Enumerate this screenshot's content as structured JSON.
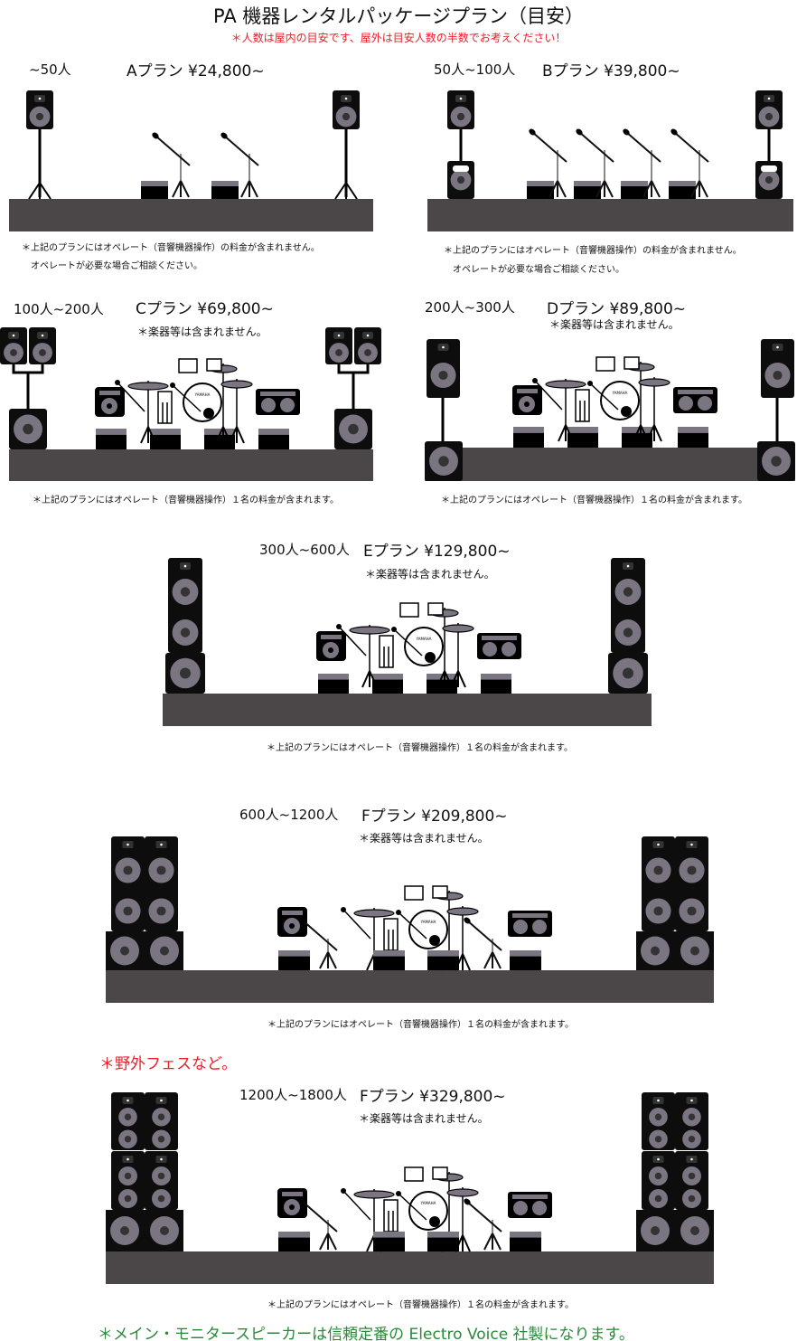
{
  "title": "PA 機器レンタルパッケージプラン（目安）",
  "notice": "＊人数は屋内の目安です、屋外は目安人数の半数でお考えください！",
  "plans": [
    {
      "audience": "~50人",
      "name": "Aプラン ¥24,800~",
      "note1": "＊上記のプランにはオペレート（音響機器操作）の料金が含まれません。",
      "note2": "オペレートが必要な場合ご相談ください。"
    },
    {
      "audience": "50人~100人",
      "name": "Bプラン ¥39,800~",
      "note1": "＊上記のプランにはオペレート（音響機器操作）の料金が含まれません。",
      "note2": "オペレートが必要な場合ご相談ください。"
    },
    {
      "audience": "100人~200人",
      "name": "Cプラン ¥69,800~",
      "instruments": "＊楽器等は含まれません。",
      "note1": "＊上記のプランにはオペレート（音響機器操作）１名の料金が含まれます。"
    },
    {
      "audience": "200人~300人",
      "name": "Dプラン ¥89,800~",
      "instruments": "＊楽器等は含まれません。",
      "note1": "＊上記のプランにはオペレート（音響機器操作）１名の料金が含まれます。"
    },
    {
      "audience": "300人~600人",
      "name": "Eプラン ¥129,800~",
      "instruments": "＊楽器等は含まれません。",
      "note1": "＊上記のプランにはオペレート（音響機器操作）１名の料金が含まれます。"
    },
    {
      "audience": "600人~1200人",
      "name": "Fプラン ¥209,800~",
      "instruments": "＊楽器等は含まれません。",
      "note1": "＊上記のプランにはオペレート（音響機器操作）１名の料金が含まれます。"
    },
    {
      "audience": "1200人~1800人",
      "name": "Fプラン ¥329,800~",
      "instruments": "＊楽器等は含まれません。",
      "note1": "＊上記のプランにはオペレート（音響機器操作）１名の料金が含まれます。"
    }
  ],
  "festival_note": "＊野外フェスなど。",
  "footer": "＊メイン・モニタースピーカーは信頼定番の Electro Voice 社製になります。",
  "drum_brand": "YAMAHA",
  "colors": {
    "stage": "#4b4748",
    "cone": "#7b7581",
    "red": "#e8202a",
    "green": "#2a8a3a"
  }
}
